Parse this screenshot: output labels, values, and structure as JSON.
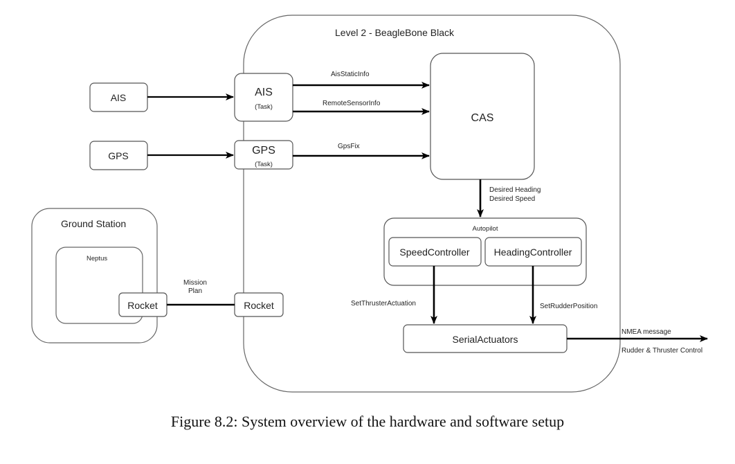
{
  "diagram": {
    "containers": {
      "beaglebone": "Level 2 - BeagleBone Black",
      "ground_station": "Ground Station",
      "neptus": "Neptus",
      "autopilot": "Autopilot"
    },
    "nodes": {
      "ais_sensor": "AIS",
      "gps_sensor": "GPS",
      "ais_task": "AIS",
      "ais_task_sub": "(Task)",
      "gps_task": "GPS",
      "gps_task_sub": "(Task)",
      "cas": "CAS",
      "speed_controller": "SpeedController",
      "heading_controller": "HeadingController",
      "serial_actuators": "SerialActuators",
      "rocket_ground": "Rocket",
      "rocket_board": "Rocket"
    },
    "edges": {
      "ais_static_info": "AisStaticInfo",
      "remote_sensor_info": "RemoteSensorInfo",
      "gps_fix": "GpsFix",
      "desired_heading": "Desired Heading",
      "desired_speed": "Desired Speed",
      "set_thruster_actuation": "SetThrusterActuation",
      "set_rudder_position": "SetRudderPosition",
      "nmea_message": "NMEA message",
      "rudder_thruster_control": "Rudder & Thruster Control",
      "mission_plan_1": "Mission",
      "mission_plan_2": "Plan"
    }
  },
  "caption": "Figure 8.2: System overview of the hardware and software setup"
}
